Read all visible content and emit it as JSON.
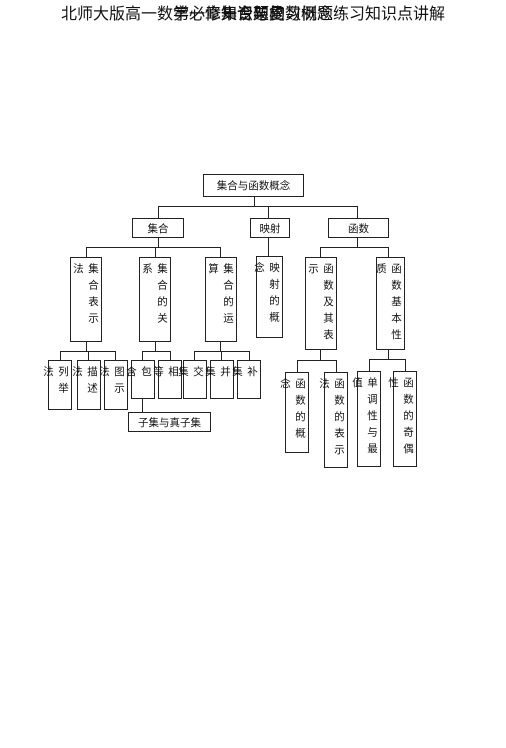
{
  "doc_title": "北师大版高一数学必修一专题复习例题练习知识点讲解",
  "chapter_title": "第一章集合与函数概念",
  "section_title": "知识架构",
  "diagram": {
    "root": "集合与函数概念",
    "l1": {
      "set": "集合",
      "map": "映射",
      "func": "函数"
    },
    "set_children": {
      "repr": "集合表示法",
      "rel": "集合的关系",
      "ops": "集合的运算"
    },
    "map_child": "映射的概念",
    "func_children": {
      "repr": "函数及其表示",
      "props": "函数基本性质"
    },
    "repr_leaves": [
      "列举法",
      "描述法",
      "图示法"
    ],
    "rel_leaves": [
      "包含",
      "相等"
    ],
    "subset": "子集与真子集",
    "ops_leaves": [
      "交集",
      "并集",
      "补集"
    ],
    "func_repr_leaves": [
      "函数的概念",
      "函数的表示法"
    ],
    "func_props_leaves": [
      "单调性与最值",
      "函数的奇偶性"
    ]
  }
}
